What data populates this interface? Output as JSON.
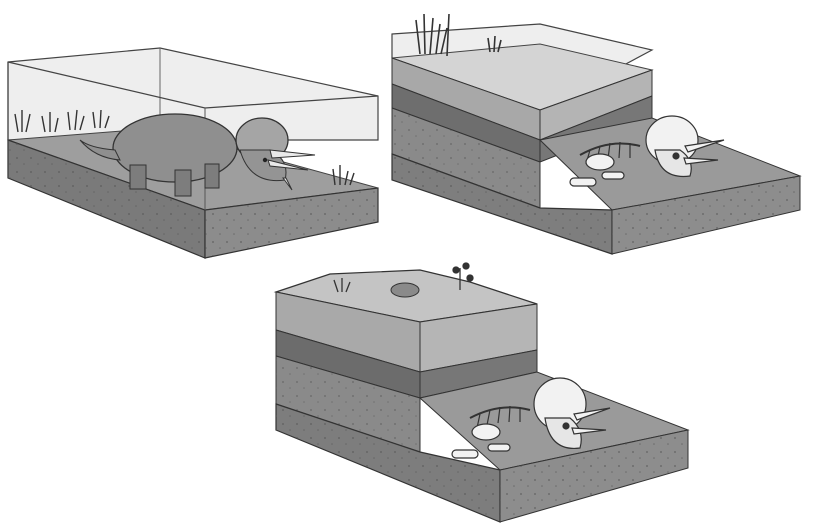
{
  "figure": {
    "panels": [
      {
        "id": "panel-1",
        "scene": "living-dinosaur-in-glass-box",
        "visible_text": ""
      },
      {
        "id": "panel-2",
        "scene": "buried-skeleton-with-sediment-layers",
        "visible_text": ""
      },
      {
        "id": "panel-3",
        "scene": "fossil-exposed-by-erosion",
        "visible_text": ""
      }
    ],
    "colors": {
      "glass": "#d9d9d9",
      "soil_dark": "#6b6b6b",
      "soil_mid": "#8c8c8c",
      "soil_light": "#b8b8b8",
      "surface": "#c9c9c9",
      "bone": "#f2f2f2",
      "outline": "#333333"
    }
  }
}
